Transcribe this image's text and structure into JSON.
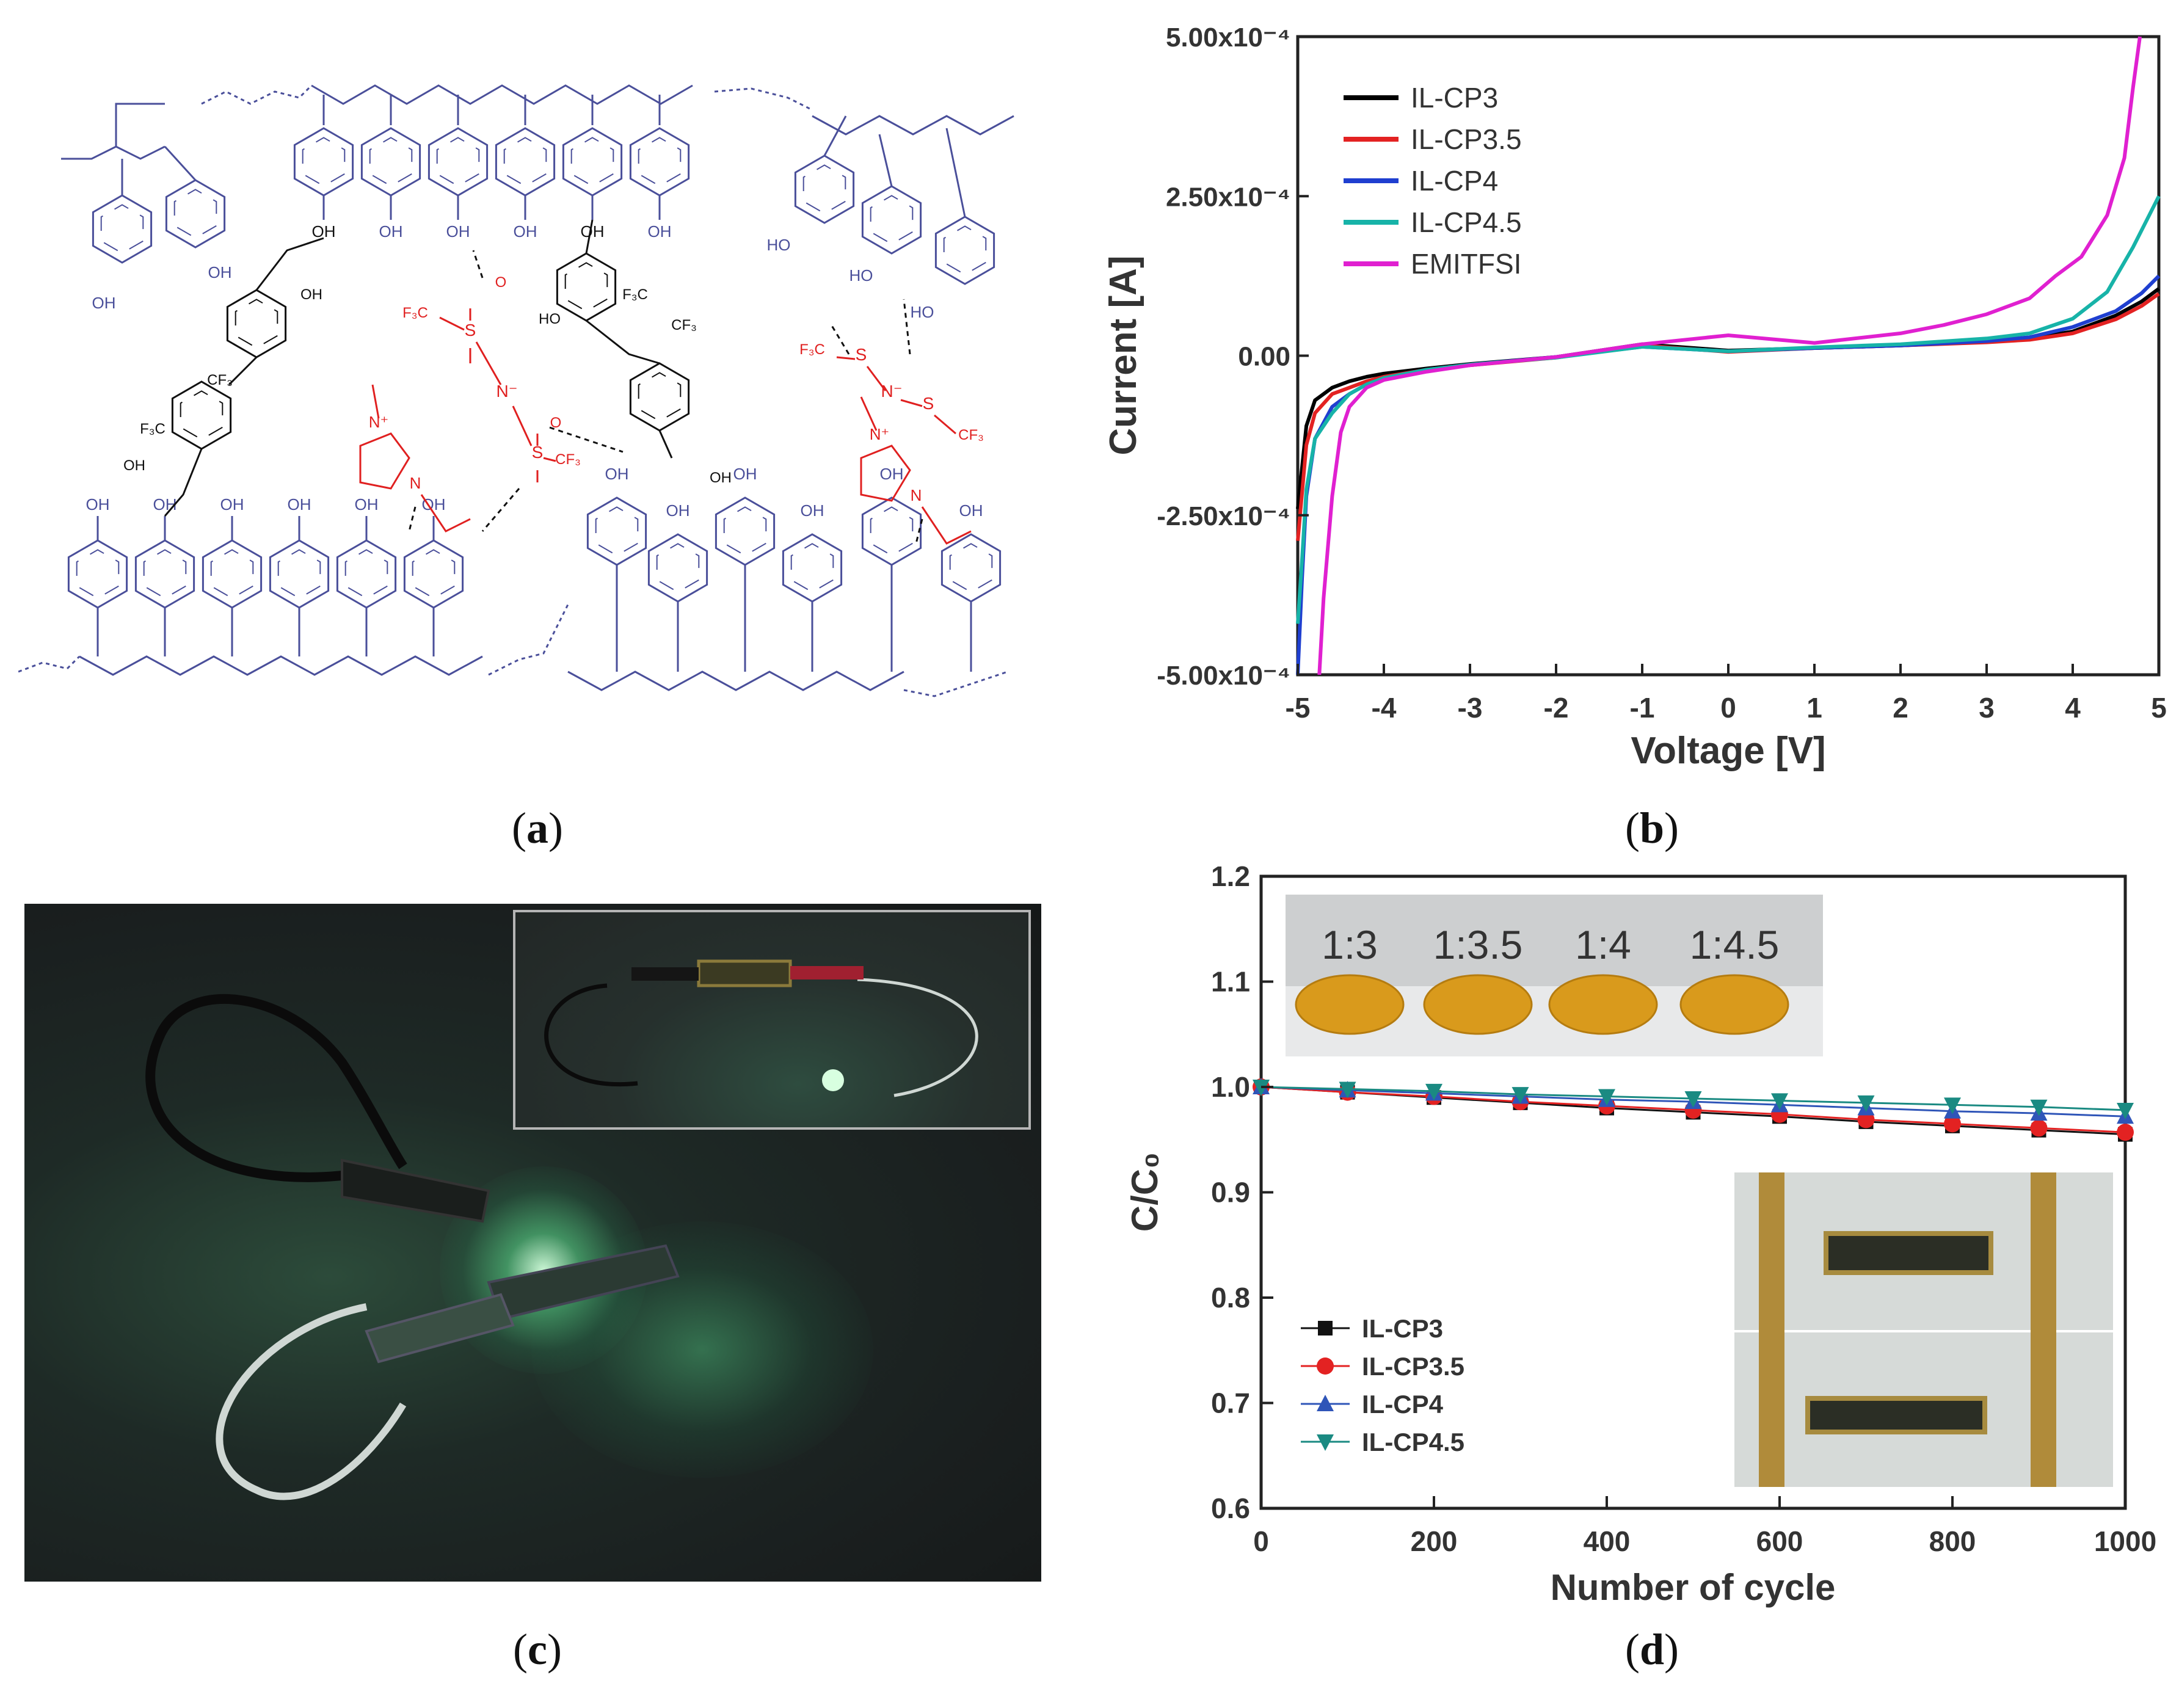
{
  "captions": {
    "a": "a",
    "b": "b",
    "c": "c",
    "d": "d"
  },
  "colors": {
    "polymer": "#4a4f9a",
    "ionic_liquid": "#e02020",
    "crosslinker": "#111111"
  },
  "panel_a": {
    "labels": {
      "oh": "OH",
      "ho": "HO",
      "cf3": "CF₃",
      "f3c": "F₃C",
      "o": "O",
      "s": "S",
      "n_minus": "N⁻",
      "n_plus": "N⁺",
      "n": "N"
    }
  },
  "chart_data": [
    {
      "panel": "b",
      "type": "line",
      "xlabel": "Voltage [V]",
      "ylabel": "Current [A]",
      "xlim": [
        -5,
        5
      ],
      "ylim": [
        -0.0005,
        0.0005
      ],
      "xticks": [
        -5,
        -4,
        -3,
        -2,
        -1,
        0,
        1,
        2,
        3,
        4,
        5
      ],
      "xtick_labels": [
        "-5",
        "-4",
        "-3",
        "-2",
        "-1",
        "0",
        "1",
        "2",
        "3",
        "4",
        "5"
      ],
      "yticks": [
        -0.0005,
        -0.00025,
        0,
        0.00025,
        0.0005
      ],
      "ytick_labels": [
        "-5.00x10⁻⁴",
        "-2.50x10⁻⁴",
        "0.00",
        "2.50x10⁻⁴",
        "5.00x10⁻⁴"
      ],
      "legend_position": "top-left",
      "series": [
        {
          "name": "IL-CP3",
          "color": "#000000",
          "x": [
            -5.0,
            -4.9,
            -4.8,
            -4.6,
            -4.4,
            -4.2,
            -4.0,
            -3.5,
            -3.0,
            -2.0,
            -1.0,
            0.0,
            1.0,
            2.0,
            3.0,
            3.5,
            4.0,
            4.5,
            4.8,
            5.0
          ],
          "y": [
            -0.00024,
            -0.00011,
            -7e-05,
            -5e-05,
            -4e-05,
            -3.3e-05,
            -2.8e-05,
            -2e-05,
            -1.3e-05,
            -2e-06,
            1.8e-05,
            8e-06,
            1.2e-05,
            1.6e-05,
            2.2e-05,
            2.7e-05,
            3.8e-05,
            6.3e-05,
            8.5e-05,
            0.000105
          ]
        },
        {
          "name": "IL-CP3.5",
          "color": "#e32222",
          "x": [
            -5.0,
            -4.9,
            -4.8,
            -4.6,
            -4.4,
            -4.2,
            -4.0,
            -3.5,
            -3.0,
            -2.0,
            -1.0,
            0.0,
            1.0,
            2.0,
            3.0,
            3.5,
            4.0,
            4.5,
            4.8,
            5.0
          ],
          "y": [
            -0.00029,
            -0.00014,
            -9e-05,
            -6e-05,
            -5e-05,
            -4e-05,
            -3.3e-05,
            -2.2e-05,
            -1.5e-05,
            -3e-06,
            1.6e-05,
            6e-06,
            1.2e-05,
            1.6e-05,
            2.1e-05,
            2.5e-05,
            3.5e-05,
            5.7e-05,
            7.8e-05,
            9.7e-05
          ]
        },
        {
          "name": "IL-CP4",
          "color": "#1f3fd0",
          "x": [
            -5.0,
            -4.95,
            -4.9,
            -4.8,
            -4.6,
            -4.4,
            -4.2,
            -4.0,
            -3.5,
            -3.0,
            -2.0,
            -1.0,
            0.0,
            1.0,
            2.0,
            3.0,
            3.5,
            4.0,
            4.5,
            4.8,
            5.0
          ],
          "y": [
            -0.0005,
            -0.00035,
            -0.00022,
            -0.00013,
            -8e-05,
            -6e-05,
            -4.5e-05,
            -3.5e-05,
            -2.2e-05,
            -1.4e-05,
            -2e-06,
            1.4e-05,
            7e-06,
            1.2e-05,
            1.6e-05,
            2.3e-05,
            2.9e-05,
            4.5e-05,
            7e-05,
            9.8e-05,
            0.000125
          ]
        },
        {
          "name": "IL-CP4.5",
          "color": "#17b3a8",
          "x": [
            -5.0,
            -4.95,
            -4.9,
            -4.8,
            -4.6,
            -4.4,
            -4.2,
            -4.0,
            -3.5,
            -3.0,
            -2.0,
            -1.0,
            0.0,
            1.0,
            2.0,
            3.0,
            3.5,
            4.0,
            4.4,
            4.7,
            5.0
          ],
          "y": [
            -0.00042,
            -0.00032,
            -0.00021,
            -0.00013,
            -9e-05,
            -6e-05,
            -4.5e-05,
            -3.5e-05,
            -2.2e-05,
            -1.4e-05,
            -3e-06,
            1.4e-05,
            7e-06,
            1.3e-05,
            1.8e-05,
            2.7e-05,
            3.5e-05,
            5.8e-05,
            0.0001,
            0.00017,
            0.00025
          ]
        },
        {
          "name": "EMITFSI",
          "color": "#e020d0",
          "x": [
            -4.75,
            -4.7,
            -4.6,
            -4.5,
            -4.4,
            -4.2,
            -4.0,
            -3.5,
            -3.0,
            -2.0,
            -1.0,
            0.0,
            1.0,
            2.0,
            2.5,
            3.0,
            3.5,
            3.8,
            4.1,
            4.4,
            4.6,
            4.7,
            4.78
          ],
          "y": [
            -0.0005,
            -0.00038,
            -0.00022,
            -0.00012,
            -8e-05,
            -5e-05,
            -3.8e-05,
            -2.5e-05,
            -1.5e-05,
            -2e-06,
            1.8e-05,
            3.2e-05,
            2e-05,
            3.5e-05,
            4.8e-05,
            6.5e-05,
            9e-05,
            0.000125,
            0.000155,
            0.00022,
            0.00031,
            0.00042,
            0.0005
          ]
        }
      ]
    },
    {
      "panel": "d",
      "type": "line",
      "xlabel": "Number of cycle",
      "ylabel": "C/C₀",
      "xlim": [
        0,
        1000
      ],
      "ylim": [
        0.6,
        1.2
      ],
      "xticks": [
        0,
        200,
        400,
        600,
        800,
        1000
      ],
      "yticks": [
        0.6,
        0.7,
        0.8,
        0.9,
        1.0,
        1.1,
        1.2
      ],
      "xtick_labels": [
        "0",
        "200",
        "400",
        "600",
        "800",
        "1000"
      ],
      "ytick_labels": [
        "0.6",
        "0.7",
        "0.8",
        "0.9",
        "1.0",
        "1.1",
        "1.2"
      ],
      "legend_position": "bottom-left",
      "x": [
        0,
        100,
        200,
        300,
        400,
        500,
        600,
        700,
        800,
        900,
        1000
      ],
      "series": [
        {
          "name": "IL-CP3",
          "color": "#111111",
          "marker": "square",
          "values": [
            1.0,
            0.995,
            0.99,
            0.985,
            0.98,
            0.976,
            0.972,
            0.967,
            0.963,
            0.959,
            0.955
          ]
        },
        {
          "name": "IL-CP3.5",
          "color": "#e32222",
          "marker": "circle",
          "values": [
            1.0,
            0.995,
            0.991,
            0.986,
            0.982,
            0.978,
            0.974,
            0.969,
            0.965,
            0.961,
            0.957
          ]
        },
        {
          "name": "IL-CP4",
          "color": "#2f55b8",
          "marker": "triangle-up",
          "values": [
            1.0,
            0.997,
            0.994,
            0.991,
            0.988,
            0.986,
            0.983,
            0.98,
            0.977,
            0.975,
            0.972
          ]
        },
        {
          "name": "IL-CP4.5",
          "color": "#1a8a82",
          "marker": "triangle-down",
          "values": [
            1.0,
            0.998,
            0.996,
            0.993,
            0.991,
            0.989,
            0.987,
            0.985,
            0.983,
            0.981,
            0.978
          ]
        }
      ],
      "inset_labels": [
        "1:3",
        "1:3.5",
        "1:4",
        "1:4.5"
      ]
    }
  ]
}
